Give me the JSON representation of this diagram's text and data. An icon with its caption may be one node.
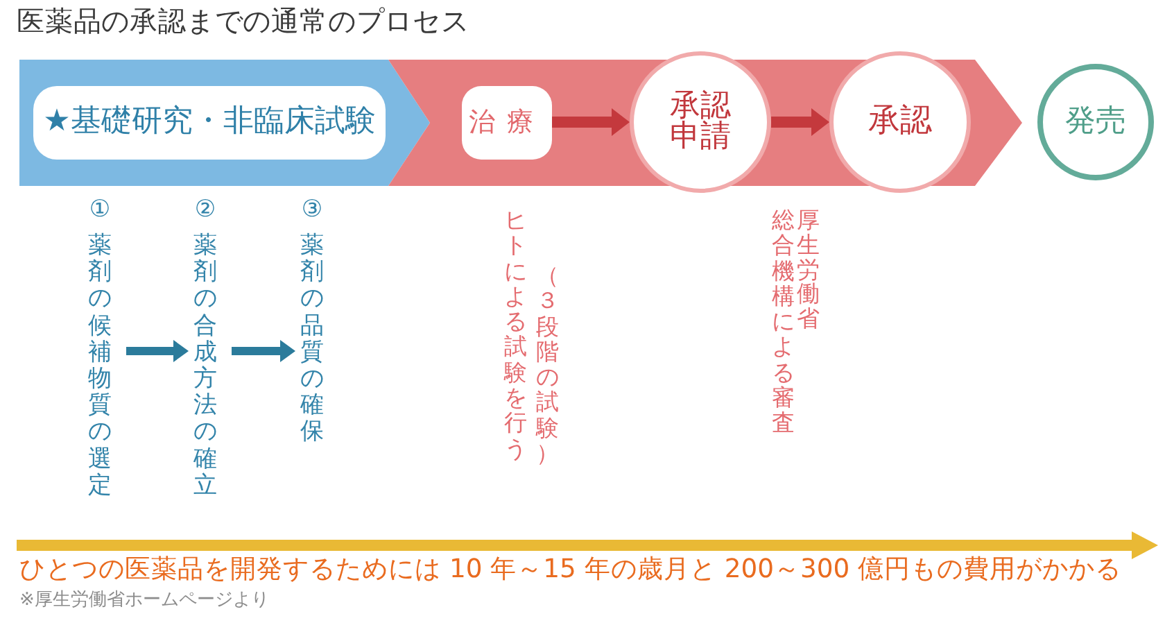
{
  "diagram": {
    "title": "医薬品の承認までの通常のプロセス",
    "nodes": [
      {
        "text": [],
        "shape": "band"
      },
      {
        "text": [
          "★基礎研究・非臨床試験"
        ],
        "in": 0
      },
      {
        "text": [],
        "shape": "band"
      },
      {
        "text": [
          "治療"
        ],
        "in": 2
      },
      {
        "text": [
          "承認申請"
        ]
      },
      {
        "text": [
          "承認"
        ]
      },
      {
        "text": [
          "発売"
        ]
      },
      {
        "text": [
          "①",
          "薬剤の候補物質の選定"
        ]
      },
      {
        "text": [
          "②",
          "薬剤の合成方法の確立"
        ]
      },
      {
        "text": [
          "③",
          "薬剤の品質の確保"
        ]
      }
    ],
    "edges": [
      {
        "from": 3,
        "to": 4,
        "arrow": "to",
        "color": "#c4393d"
      },
      {
        "from": 4,
        "to": 5,
        "arrow": "to",
        "color": "#c4393d"
      },
      {
        "from": 7,
        "to": 8,
        "arrow": "to",
        "color": "#2b7b9b"
      },
      {
        "from": 8,
        "to": 9,
        "arrow": "to",
        "color": "#2b7b9b"
      }
    ],
    "labels": [
      "ヒトによる試験を行う",
      "（３段階の試験）",
      "厚生労働省",
      "総合機構による審査",
      "ひとつの医薬品を開発するためには 10 年～15 年の歳月と 200～300 億円もの費用がかかる",
      "※厚生労働省ホームページより"
    ]
  }
}
